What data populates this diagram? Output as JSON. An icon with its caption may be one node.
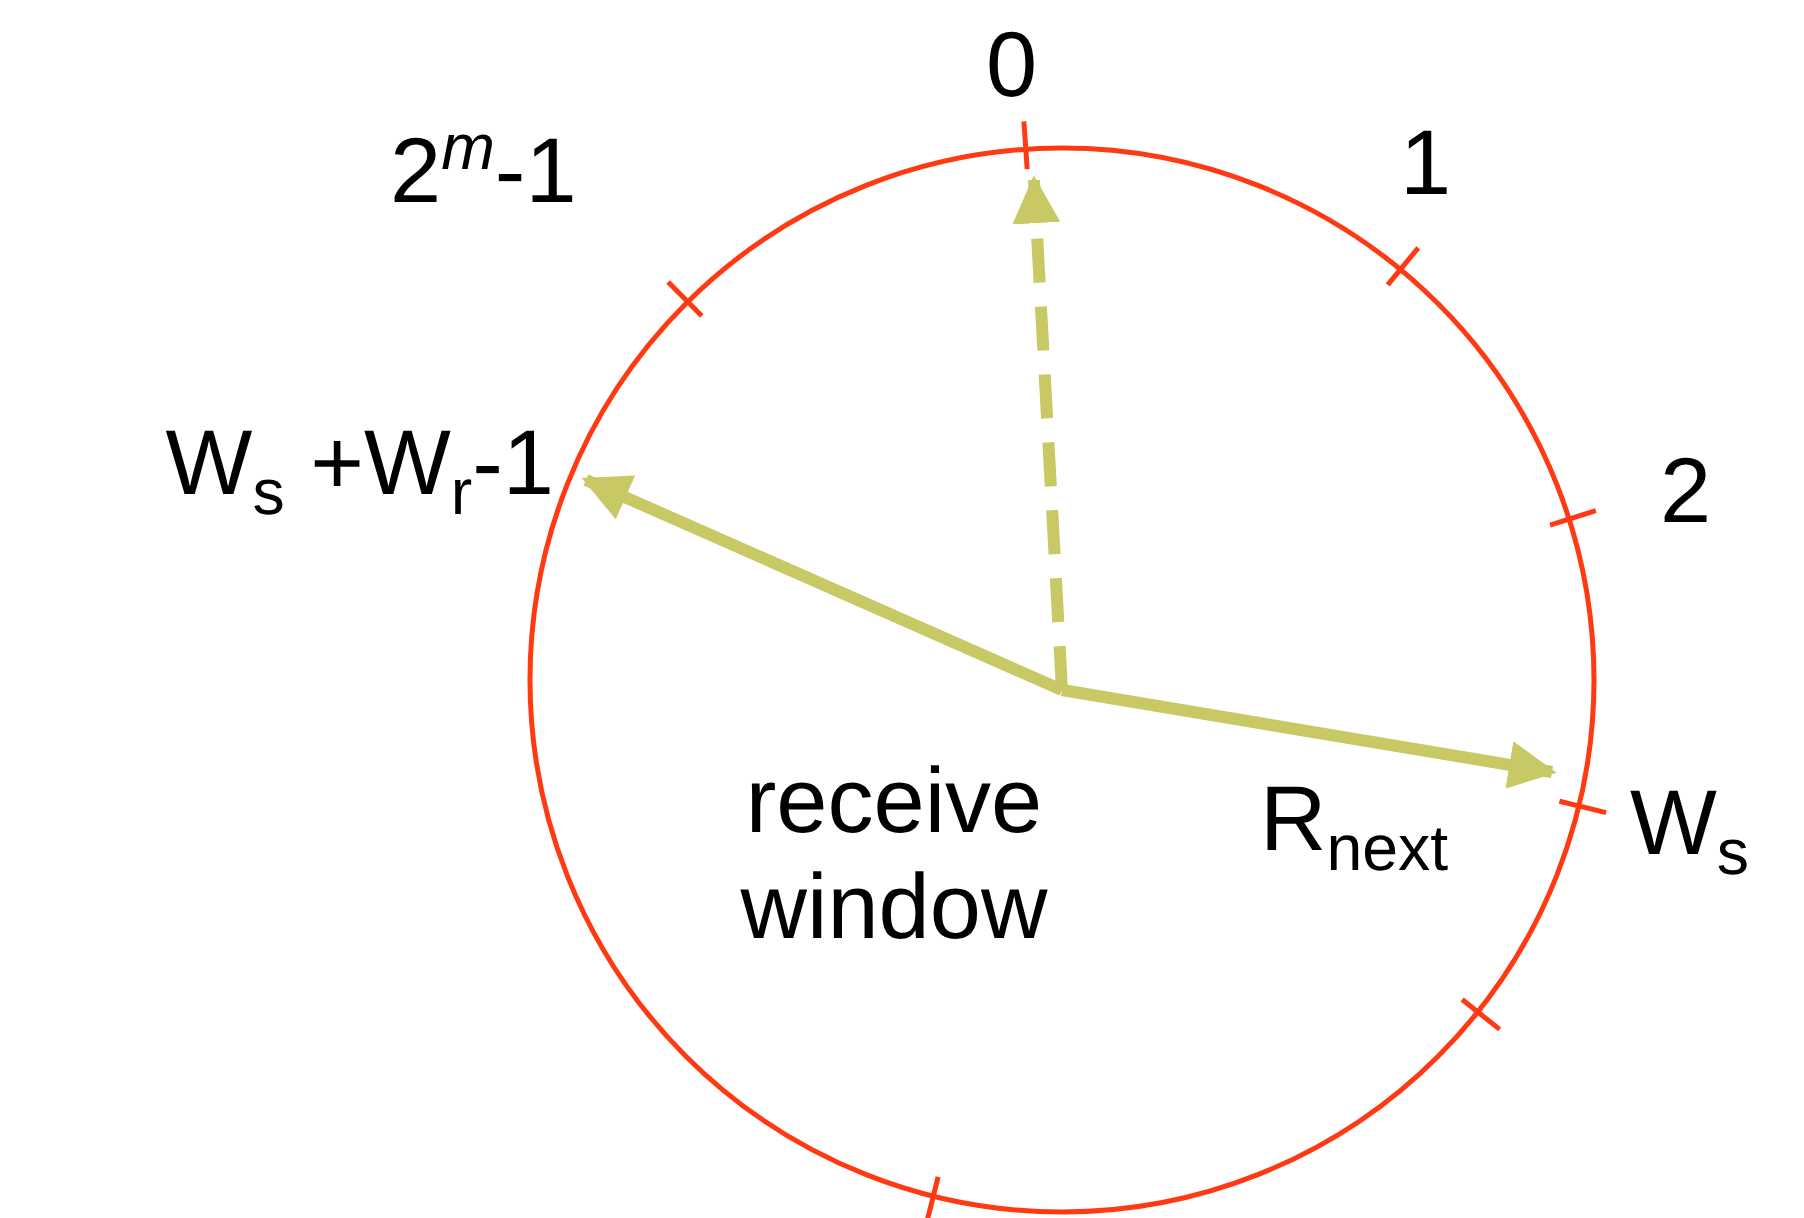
{
  "diagram": {
    "nodes": [
      {
        "text": [
          "receive window"
        ]
      },
      {
        "text": [
          "0"
        ]
      },
      {
        "text": [
          "W$_{s}$ +W$_{r}$-1"
        ]
      },
      {
        "text": [
          "W$_{s}$"
        ]
      }
    ],
    "edges": [
      {
        "from": 0,
        "to": 1,
        "arrow": "to",
        "style": "dashed"
      },
      {
        "from": 0,
        "to": 2,
        "arrow": "to"
      },
      {
        "from": 0,
        "to": 3,
        "arrow": "to",
        "label": "R$_{next}$"
      }
    ],
    "labels": [
      "2$^{m}$-1",
      "1",
      "2"
    ]
  }
}
